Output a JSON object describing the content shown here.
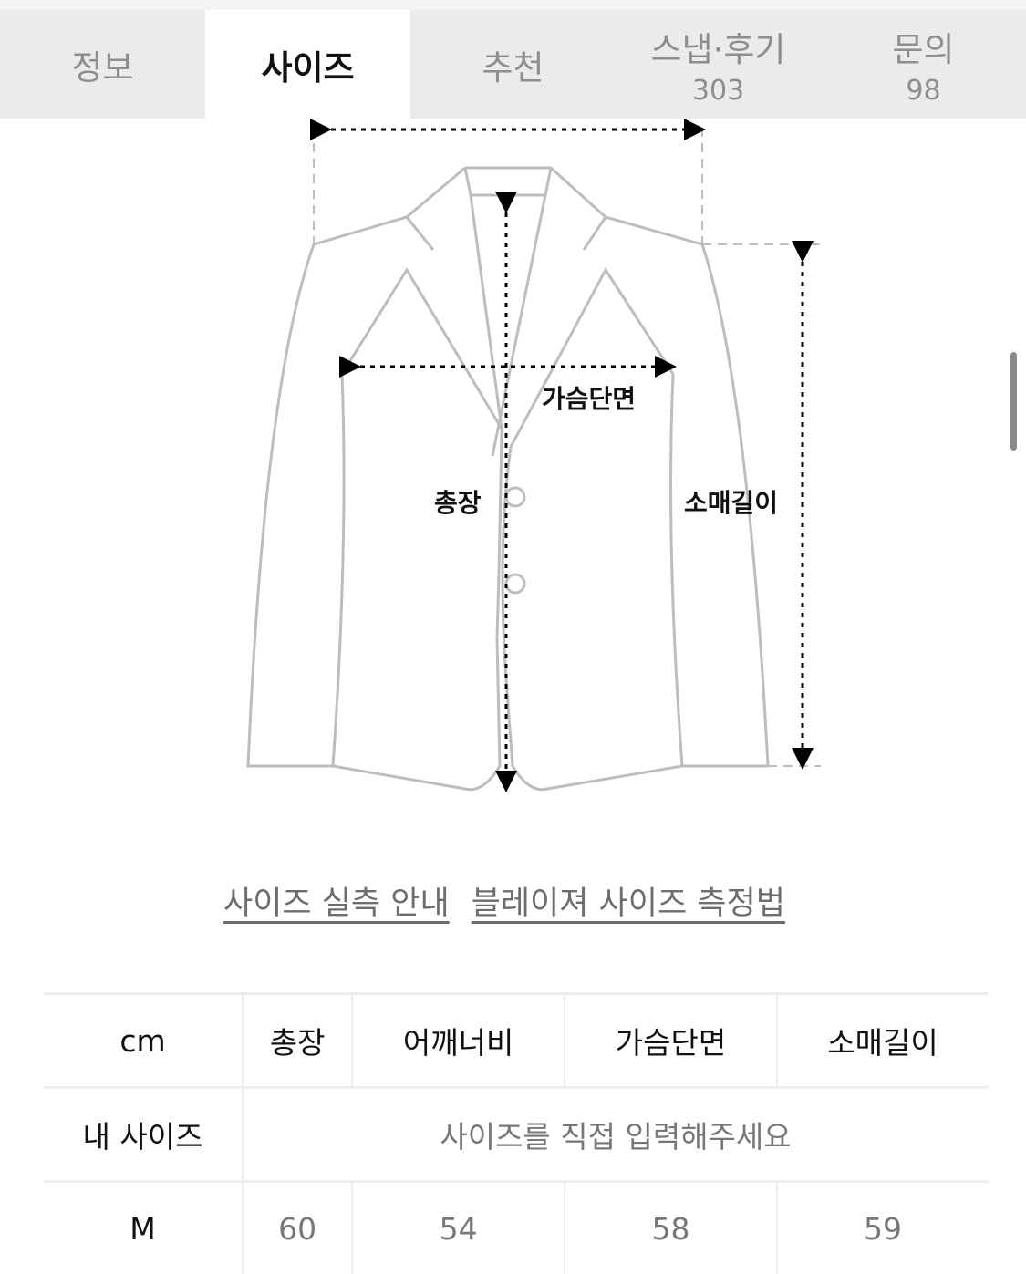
{
  "tabs": [
    {
      "label": "정보",
      "count": null
    },
    {
      "label": "사이즈",
      "count": null,
      "active": true
    },
    {
      "label": "추천",
      "count": null
    },
    {
      "label": "스냅·후기",
      "count": "303"
    },
    {
      "label": "문의",
      "count": "98"
    }
  ],
  "diagram": {
    "labels": {
      "chest": "가슴단면",
      "length": "총장",
      "sleeve": "소매길이"
    }
  },
  "links": {
    "guide": "사이즈 실측 안내",
    "method": "블레이져 사이즈 측정법"
  },
  "table": {
    "unit": "cm",
    "headers": [
      "총장",
      "어깨너비",
      "가슴단면",
      "소매길이"
    ],
    "my_size_label": "내 사이즈",
    "my_size_prompt": "사이즈를 직접 입력해주세요",
    "rows": [
      {
        "size": "M",
        "values": [
          "60",
          "54",
          "58",
          "59"
        ]
      }
    ]
  }
}
